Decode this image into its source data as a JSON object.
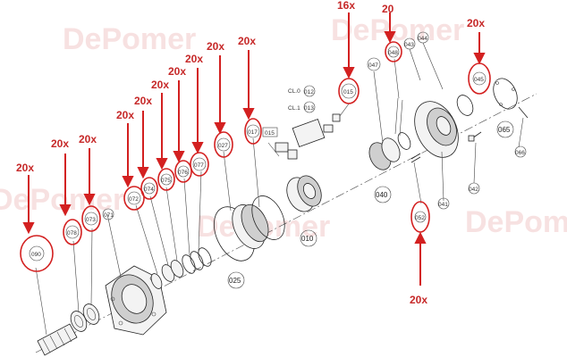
{
  "watermark": "DePomer",
  "quantities": {
    "q090": "20x",
    "q078": "20x",
    "q073": "20x",
    "q072": "20x",
    "q074": "20x",
    "q075": "20x",
    "q076": "20x",
    "q077": "20x",
    "q027": "20x",
    "q015": "16x",
    "q048": "20",
    "q045": "20x",
    "q052": "20x"
  },
  "labels": {
    "l090": "090",
    "l078": "078",
    "l073": "073",
    "l071": "071",
    "l072": "072",
    "l074": "074",
    "l075": "075",
    "l076": "076",
    "l077": "077",
    "l027": "027",
    "l017": "017",
    "l015": "015",
    "l025": "025",
    "l010": "010",
    "l012": "012",
    "l013": "013",
    "cl0": "CL.0",
    "cl1": "CL.1",
    "l047": "047",
    "l048": "048",
    "l043": "043",
    "l044": "044",
    "l045": "045",
    "l040": "040",
    "l041": "041",
    "l042": "042",
    "l052": "052",
    "l065": "065",
    "l066": "066"
  }
}
